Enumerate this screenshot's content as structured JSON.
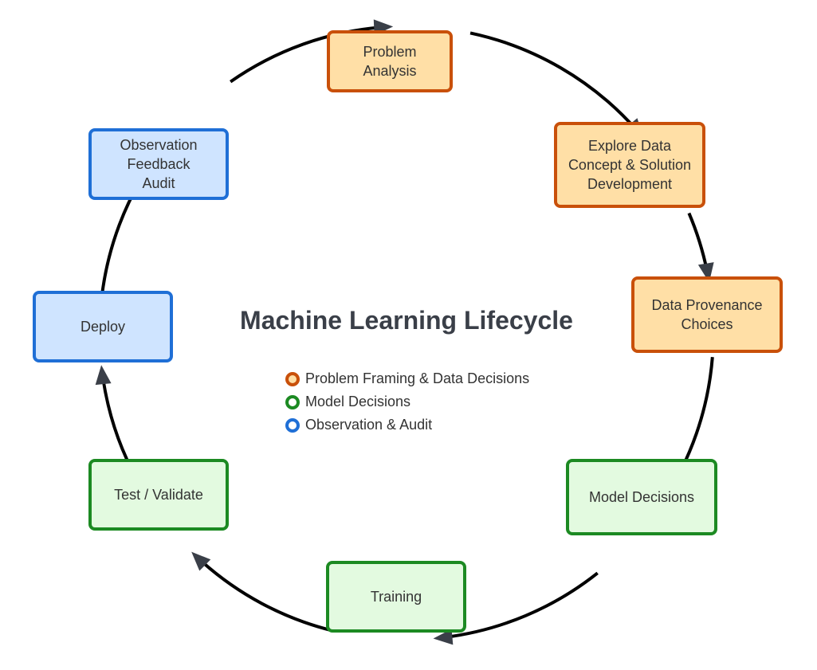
{
  "title": "Machine Learning Lifecycle",
  "colors": {
    "orange_fill": "#ffdfa6",
    "orange_border": "#c9500a",
    "green_fill": "#e3fae0",
    "green_border": "#1c8a22",
    "blue_fill": "#cfe4ff",
    "blue_border": "#1f6fd6",
    "connector": "#000000",
    "arrowhead": "#3a3f48"
  },
  "nodes": [
    {
      "id": "problem-analysis",
      "group": "orange",
      "lines": [
        "Problem",
        "Analysis"
      ]
    },
    {
      "id": "explore-data",
      "group": "orange",
      "lines": [
        "Explore Data",
        "Concept & Solution",
        "Development"
      ]
    },
    {
      "id": "data-provenance",
      "group": "orange",
      "lines": [
        "Data Provenance",
        "Choices"
      ]
    },
    {
      "id": "model-decisions",
      "group": "green",
      "lines": [
        "Model Decisions"
      ]
    },
    {
      "id": "training",
      "group": "green",
      "lines": [
        "Training"
      ]
    },
    {
      "id": "test-validate",
      "group": "green",
      "lines": [
        "Test / Validate"
      ]
    },
    {
      "id": "deploy",
      "group": "blue",
      "lines": [
        "Deploy"
      ]
    },
    {
      "id": "observation-feedback-audit",
      "group": "blue",
      "lines": [
        "Observation",
        "Feedback",
        "Audit"
      ]
    }
  ],
  "edges": [
    {
      "from": "problem-analysis",
      "to": "explore-data"
    },
    {
      "from": "explore-data",
      "to": "data-provenance"
    },
    {
      "from": "data-provenance",
      "to": "model-decisions"
    },
    {
      "from": "model-decisions",
      "to": "training"
    },
    {
      "from": "training",
      "to": "test-validate"
    },
    {
      "from": "test-validate",
      "to": "deploy"
    },
    {
      "from": "deploy",
      "to": "observation-feedback-audit"
    },
    {
      "from": "observation-feedback-audit",
      "to": "problem-analysis"
    }
  ],
  "legend": [
    {
      "group": "orange",
      "label": "Problem Framing & Data Decisions"
    },
    {
      "group": "green",
      "label": "Model Decisions"
    },
    {
      "group": "blue",
      "label": "Observation & Audit"
    }
  ]
}
